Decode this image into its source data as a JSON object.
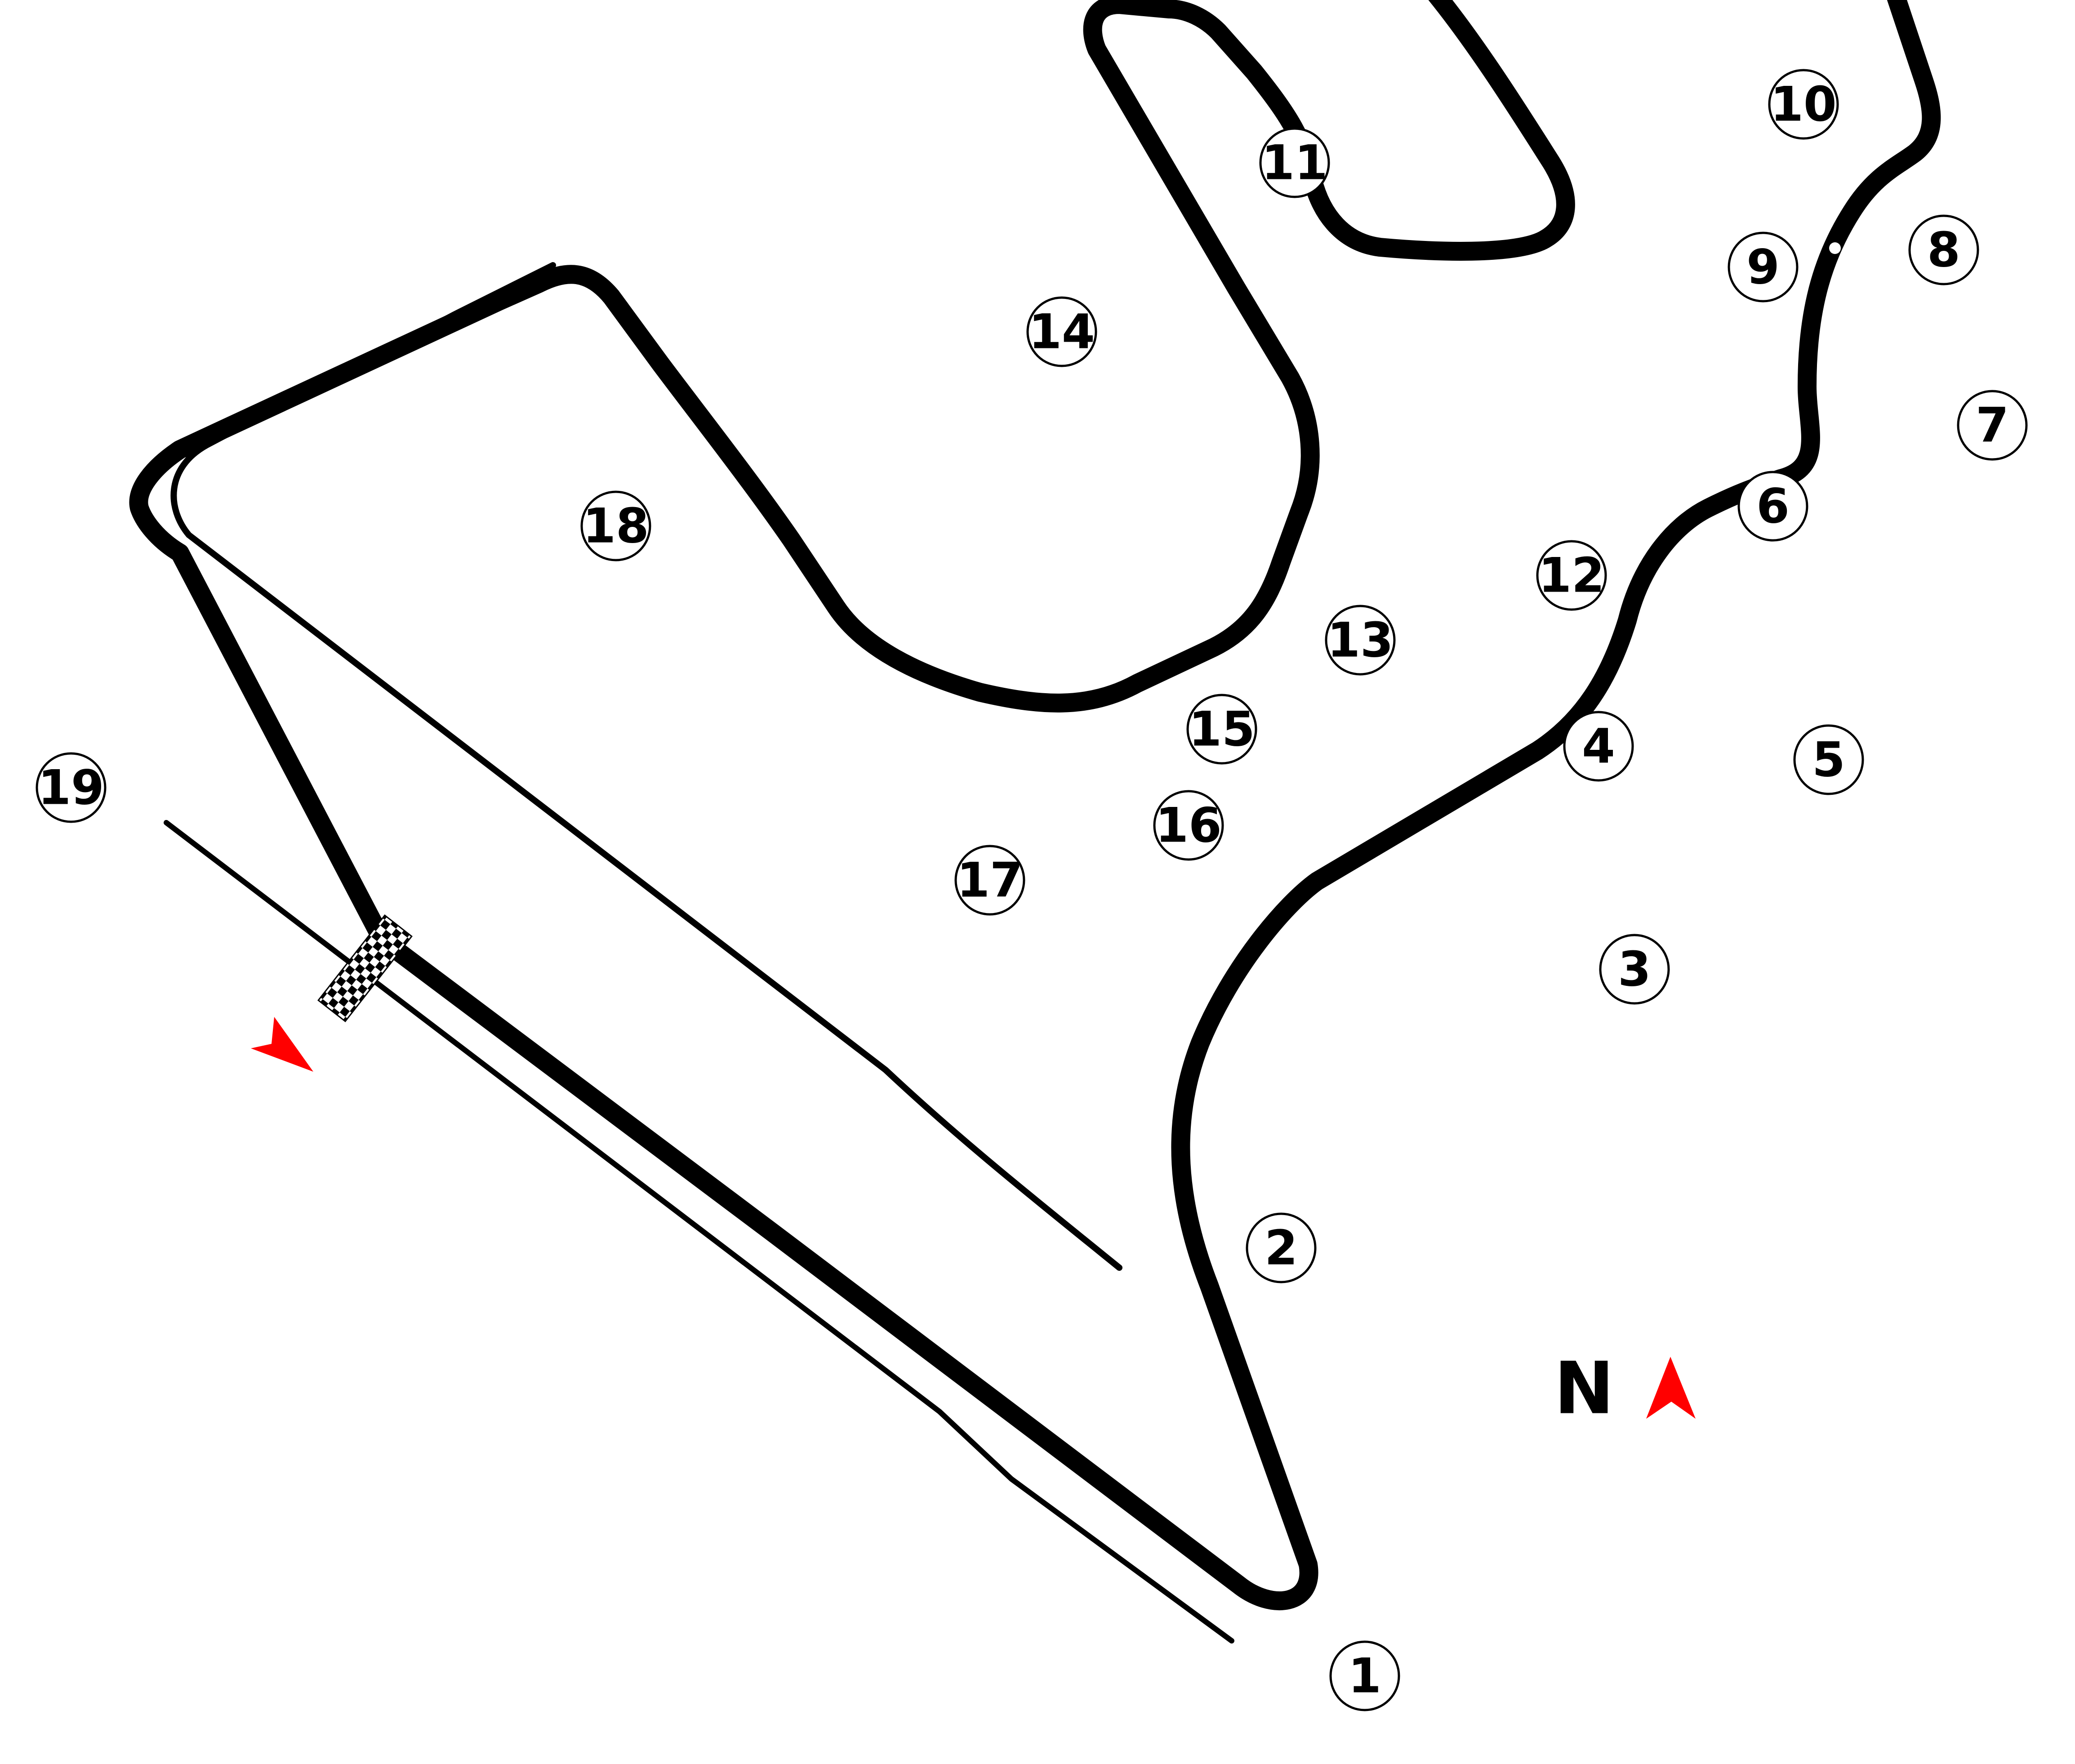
{
  "map": {
    "corners": [
      {
        "number": "1"
      },
      {
        "number": "2"
      },
      {
        "number": "3"
      },
      {
        "number": "4"
      },
      {
        "number": "5"
      },
      {
        "number": "6"
      },
      {
        "number": "7"
      },
      {
        "number": "8"
      },
      {
        "number": "9"
      },
      {
        "number": "10"
      },
      {
        "number": "11"
      },
      {
        "number": "12"
      },
      {
        "number": "13"
      },
      {
        "number": "14"
      },
      {
        "number": "15"
      },
      {
        "number": "16"
      },
      {
        "number": "17"
      },
      {
        "number": "18"
      },
      {
        "number": "19"
      }
    ],
    "north_label": "N",
    "colors": {
      "track": "#000000",
      "background": "#ffffff",
      "corner_marker": "#ffffff",
      "arrow": "#ff0000"
    },
    "icons": [
      "start-finish-checkered-flag-icon",
      "direction-arrow-icon",
      "north-arrow-icon"
    ]
  }
}
